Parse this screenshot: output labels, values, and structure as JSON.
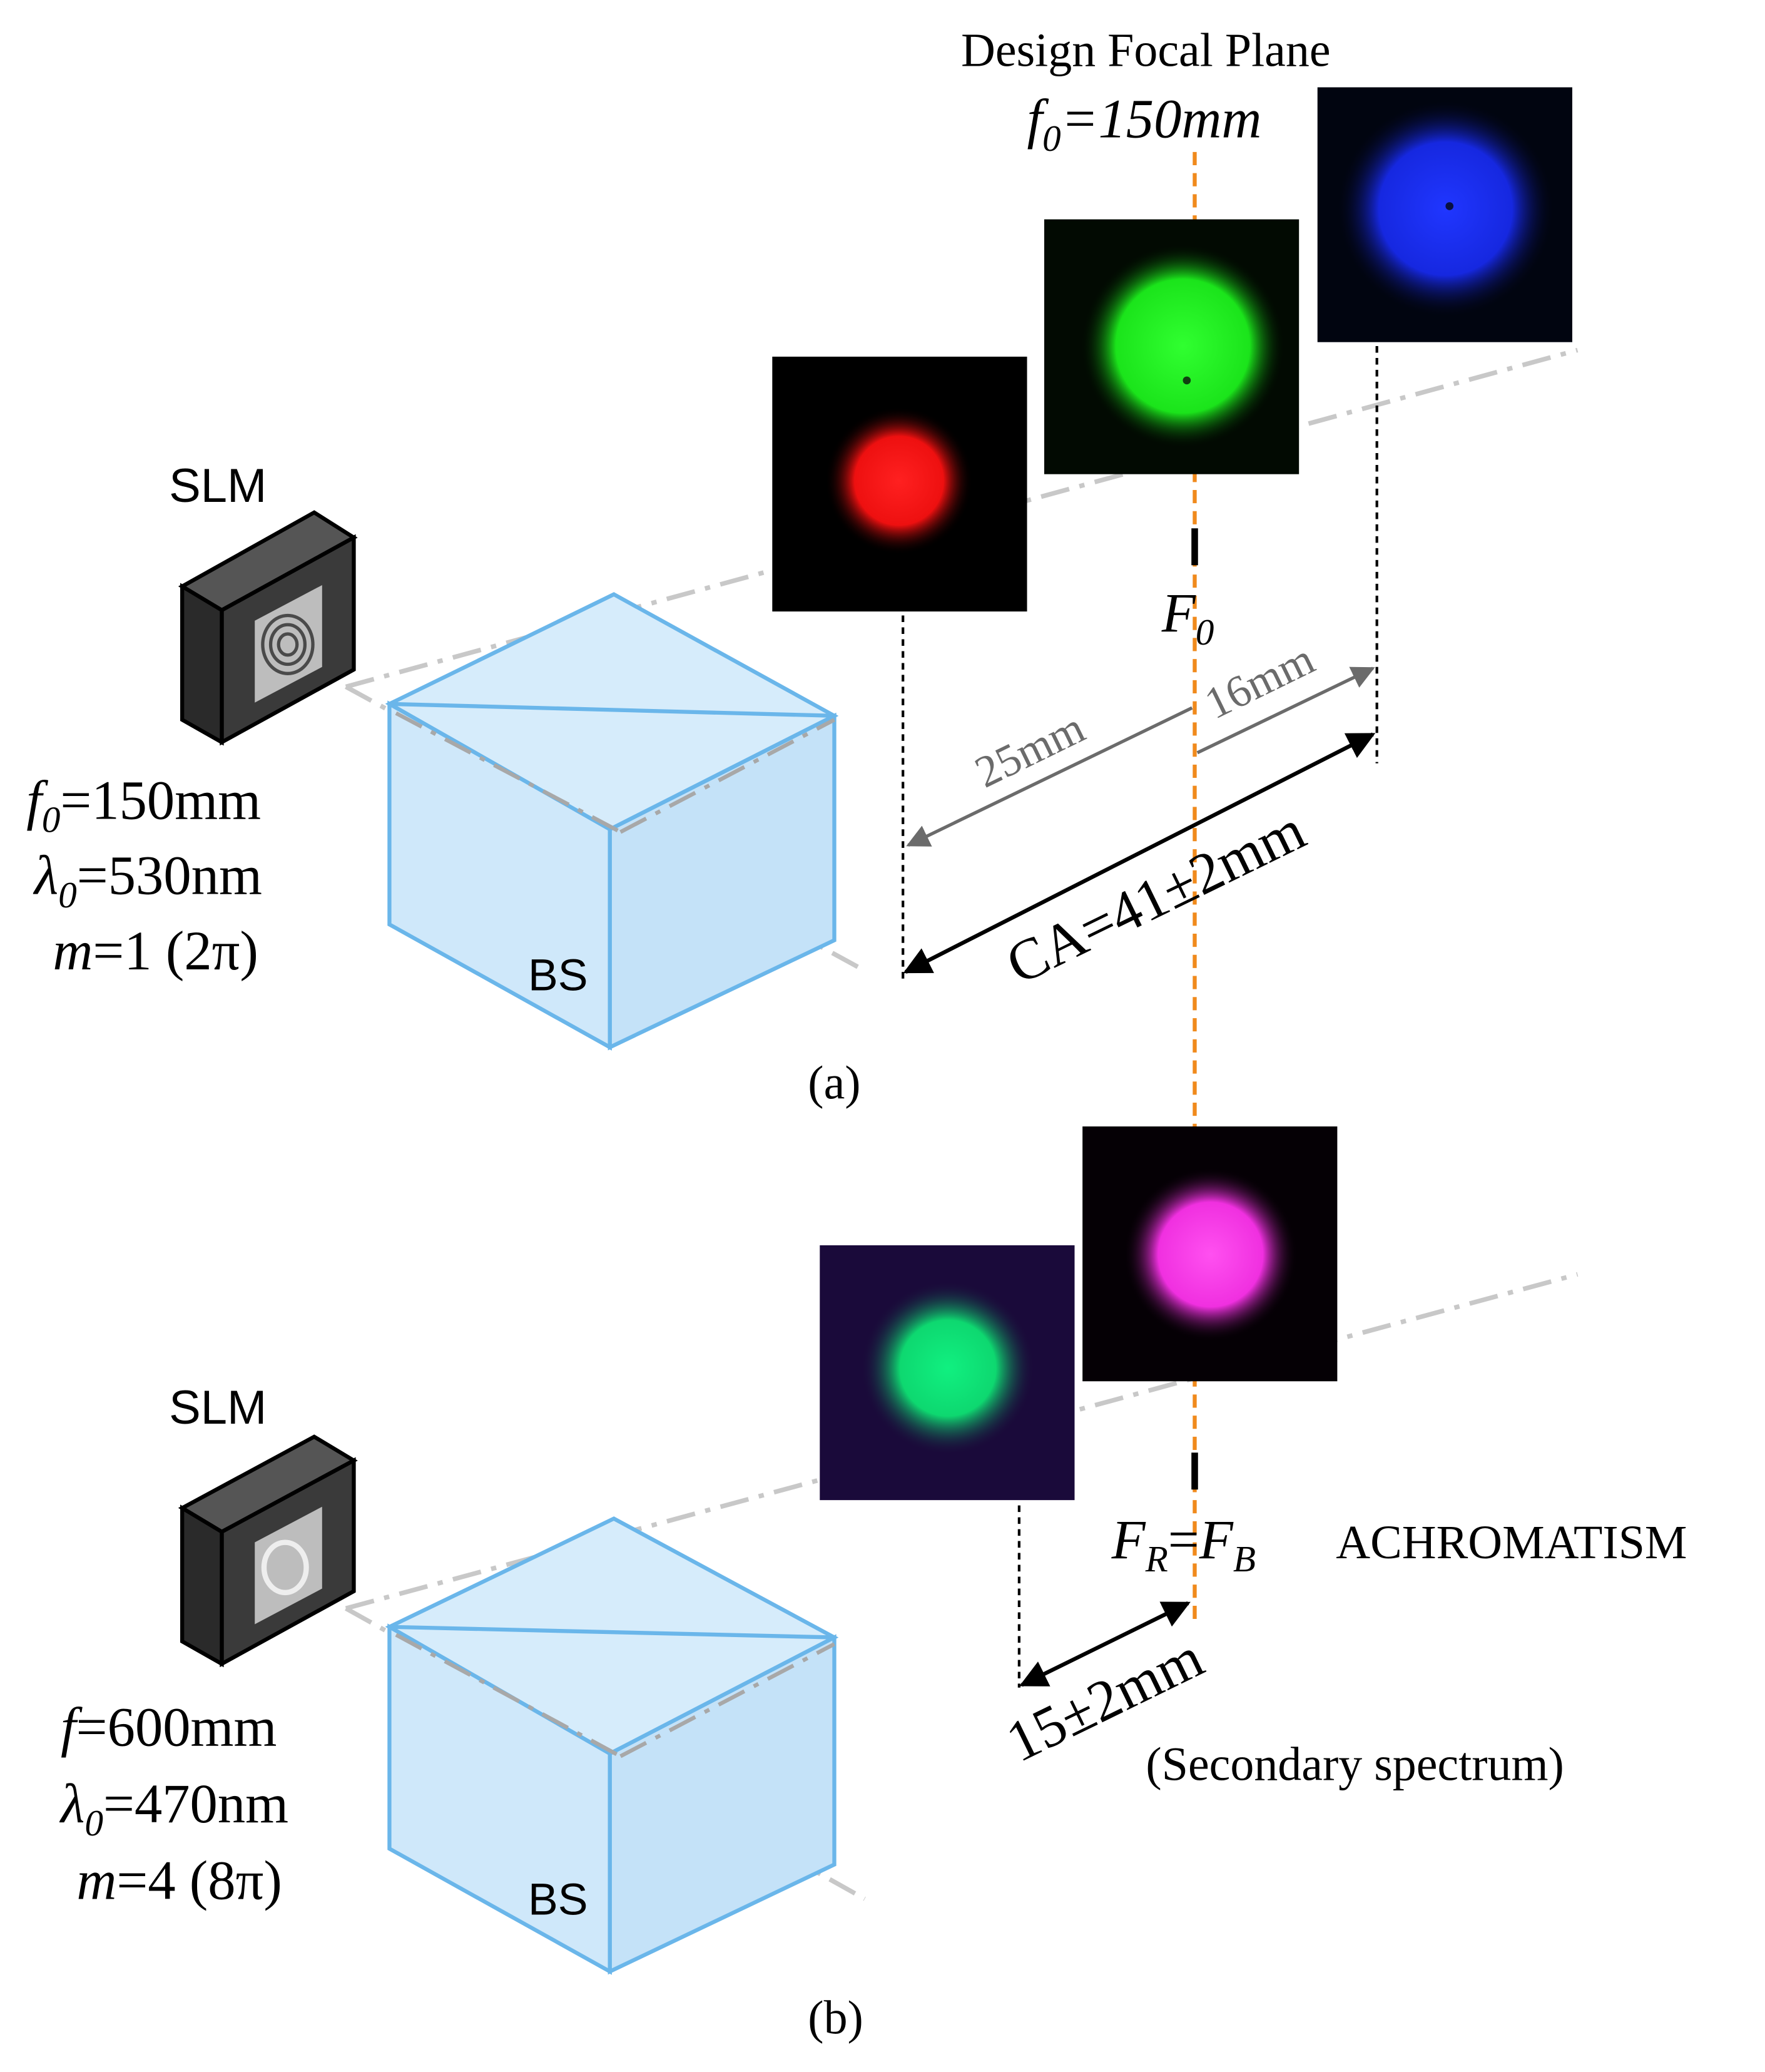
{
  "top": {
    "header_line1": "Design Focal Plane",
    "header_line2": {
      "var": "f",
      "sub": "0",
      "rest": "=150mm"
    },
    "slm_label": "SLM",
    "bs_label": "BS",
    "params": [
      {
        "var": "f",
        "sub": "0",
        "rest": "=150mm"
      },
      {
        "var": "λ",
        "sub": "0",
        "rest": "=530nm"
      },
      {
        "var": "m",
        "sub": "",
        "rest": "=1 (2π)"
      }
    ],
    "focus_label": {
      "var": "F",
      "sub": "0"
    },
    "dim_25": "25mm",
    "dim_16": "16mm",
    "dim_ca": "CA=41±2mm",
    "caption": "(a)",
    "spots": [
      {
        "name": "red-focal-spot",
        "color": "#ff1a1a",
        "background": "#000000"
      },
      {
        "name": "green-focal-spot",
        "color": "#22ff22",
        "background": "#020a02"
      },
      {
        "name": "blue-focal-spot",
        "color": "#1830ff",
        "background": "#010510"
      }
    ]
  },
  "bottom": {
    "slm_label": "SLM",
    "bs_label": "BS",
    "params": [
      {
        "var": "f",
        "sub": "",
        "rest": "=600mm"
      },
      {
        "var": "λ",
        "sub": "0",
        "rest": "=470nm"
      },
      {
        "var": "m",
        "sub": "",
        "rest": "=4 (8π)"
      }
    ],
    "focus_label": {
      "f1": "F",
      "s1": "R",
      "eq": "=",
      "f2": "F",
      "s2": "B"
    },
    "achromatism": "ACHROMATISM",
    "dim_15": "15±2mm",
    "secondary": "(Secondary spectrum)",
    "caption": "(b)",
    "spots": [
      {
        "name": "cyan-green-focal-spot",
        "color": "#10f07a",
        "background": "#1a0a3a"
      },
      {
        "name": "magenta-focal-spot",
        "color": "#ff44ee",
        "background": "#050005"
      }
    ]
  },
  "colors": {
    "cube_fill": "#cfe8fa",
    "cube_edge": "#6ab6ea",
    "axis": "#c8c8c8",
    "focal_plane": "#f08a1c",
    "dim_gray": "#6b6b6b",
    "dim_black": "#000000",
    "slm_body": "#3a3a3a"
  }
}
